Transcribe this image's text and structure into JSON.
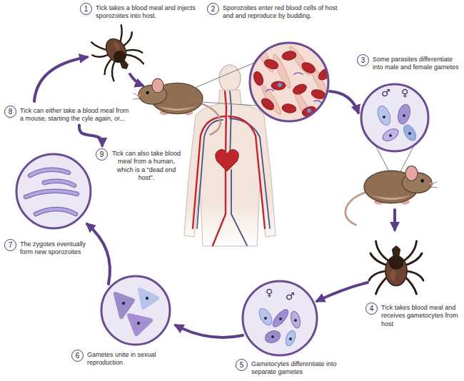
{
  "diagram": {
    "nodes": [
      {
        "text": [
          "1",
          "Tick takes a blood meal and injects sporozoites into host."
        ]
      },
      {
        "text": [
          "2",
          "Sporozoites enter red blood cells of host and and reproduce by budding."
        ]
      },
      {
        "text": [
          "3",
          "Some parasites differentiate into male and female gametes"
        ]
      },
      {
        "text": [
          "4",
          "Tick takes blood meal and receives gametocytes from host"
        ]
      },
      {
        "text": [
          "5",
          "Gametocytes differentiate into separate gametes"
        ]
      },
      {
        "text": [
          "6",
          "Gametes unite in sexual reproduction"
        ]
      },
      {
        "text": [
          "7",
          "The zygotes eventually form new sporozoites"
        ]
      },
      {
        "text": [
          "8",
          "Tick can either take a blood meal from a mouse, starting the cyle again, or..."
        ]
      },
      {
        "text": [
          "9",
          "Tick can also take blood meal from a human, which is a “dead end host”."
        ]
      }
    ],
    "edges": [
      {
        "from": 7,
        "to": 8,
        "arrow": "to"
      }
    ],
    "labels": [
      "♂",
      "♀",
      "♀",
      "♂"
    ]
  }
}
